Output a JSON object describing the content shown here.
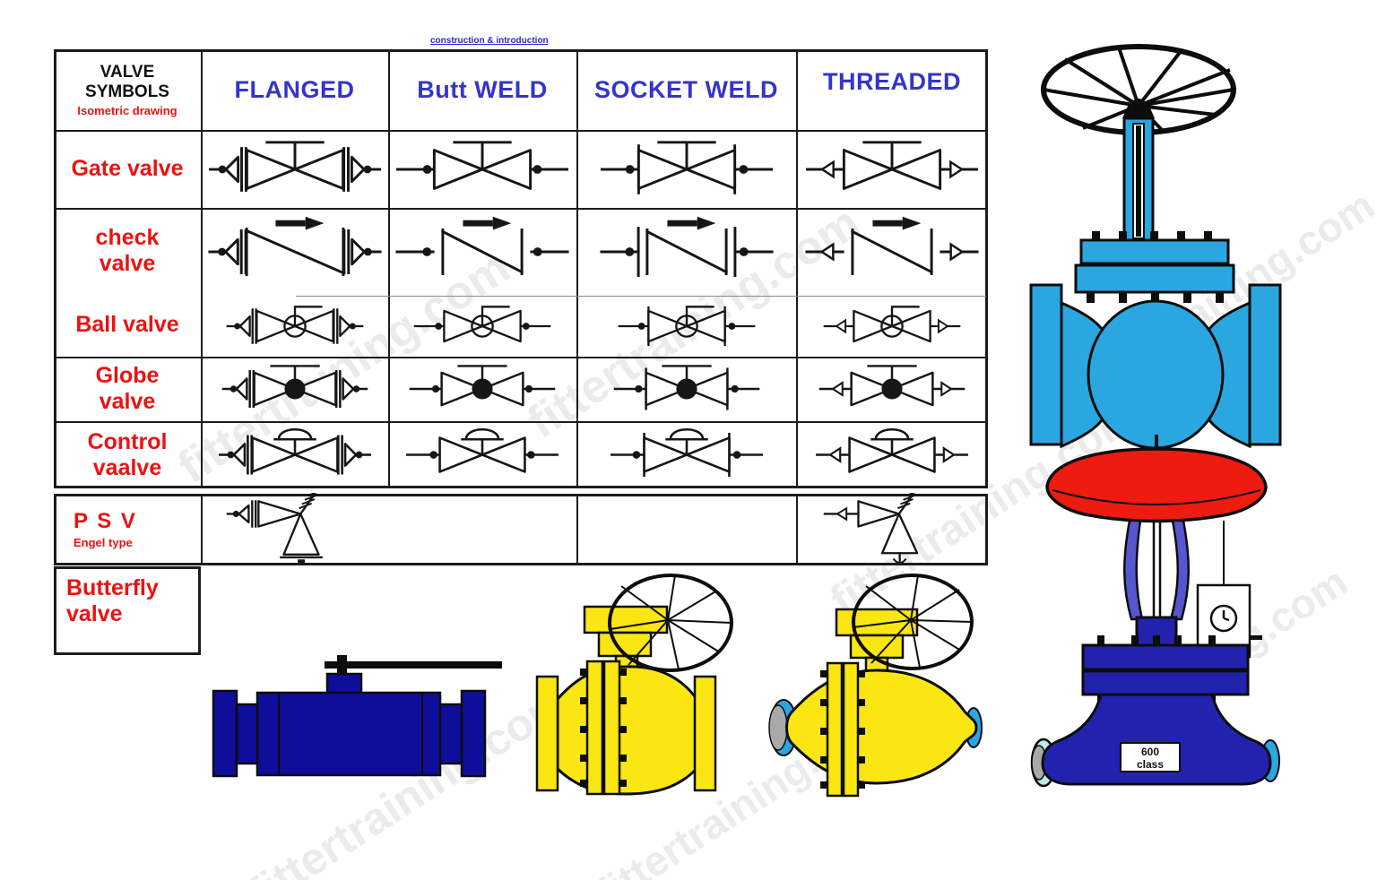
{
  "page": {
    "note_top": "construction & introduction",
    "watermark": "fittertraining.com"
  },
  "table": {
    "title": {
      "line1": "VALVE",
      "line2": "SYMBOLS",
      "subtitle": "Isometric drawing"
    },
    "columns": [
      "FLANGED",
      "Butt WELD",
      "SOCKET WELD",
      "THREADED"
    ],
    "rows": [
      {
        "lines": [
          "Gate valve"
        ],
        "symbols": [
          "gate-flanged-symbol",
          "gate-butt-weld-symbol",
          "gate-socket-weld-symbol",
          "gate-threaded-symbol"
        ]
      },
      {
        "lines": [
          "check",
          "valve"
        ],
        "symbols": [
          "check-flanged-symbol",
          "check-butt-weld-symbol",
          "check-socket-weld-symbol",
          "check-threaded-symbol"
        ]
      },
      {
        "lines": [
          "Ball valve"
        ],
        "symbols": [
          "ball-flanged-symbol",
          "ball-butt-weld-symbol",
          "ball-socket-weld-symbol",
          "ball-threaded-symbol"
        ]
      },
      {
        "lines": [
          "Globe",
          "valve"
        ],
        "symbols": [
          "globe-flanged-symbol",
          "globe-butt-weld-symbol",
          "globe-socket-weld-symbol",
          "globe-threaded-symbol"
        ]
      },
      {
        "lines": [
          "Control",
          "vaalve"
        ],
        "symbols": [
          "control-flanged-symbol",
          "control-butt-weld-symbol",
          "control-socket-weld-symbol",
          "control-threaded-symbol"
        ]
      },
      {
        "lines": [
          "P S V"
        ],
        "sub": "Engel type",
        "symbols": [
          "psv-flanged-symbol",
          "",
          "",
          "psv-threaded-symbol"
        ]
      },
      {
        "lines": [
          "Butterfly",
          "valve"
        ],
        "symbols": []
      }
    ]
  },
  "illustrations": {
    "gate_valve": {
      "name": "gate valve with handwheel",
      "body_color": "#2aa7e0"
    },
    "control_valve": {
      "name": "control valve with diaphragm actuator",
      "body_color": "#2222ae",
      "actuator_color": "#ee1b10",
      "tag_lines": [
        "600",
        "class"
      ]
    },
    "lever_ball_valve": {
      "name": "lever operated ball valve",
      "body_color": "#0e0e9b"
    },
    "flanged_ball_valve": {
      "name": "flanged ball valve with gear handwheel",
      "body_color": "#f9e613"
    },
    "welded_ball_valve": {
      "name": "fully welded ball valve with gear handwheel",
      "body_color": "#f9e613"
    }
  }
}
